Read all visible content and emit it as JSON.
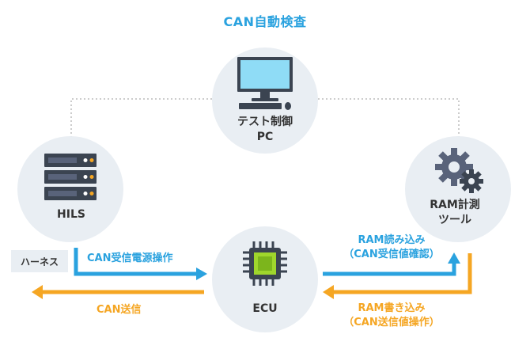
{
  "title": "CAN自動検査",
  "nodes": {
    "pc": {
      "line1": "テスト制御",
      "line2": "PC"
    },
    "hils": {
      "label": "HILS"
    },
    "ram_tool": {
      "line1": "RAM計測",
      "line2": "ツール"
    },
    "ecu": {
      "label": "ECU"
    }
  },
  "harness": {
    "label": "ハーネス"
  },
  "flows": {
    "can_power": "CAN受信電源操作",
    "can_send": "CAN送信",
    "ram_read_line1": "RAM読み込み",
    "ram_read_line2": "（CAN受信値確認）",
    "ram_write_line1": "RAM書き込み",
    "ram_write_line2": "（CAN送信値操作）"
  },
  "colors": {
    "title": "#2aa2df",
    "node_bg": "#e9eef3",
    "blue_arrow": "#2aa2df",
    "orange_arrow": "#f5a623",
    "dotted_line": "#bbbbbb"
  },
  "icons": {
    "pc": "desktop-computer-icon",
    "hils": "server-rack-icon",
    "ram_tool": "gears-icon",
    "ecu": "microchip-icon"
  }
}
